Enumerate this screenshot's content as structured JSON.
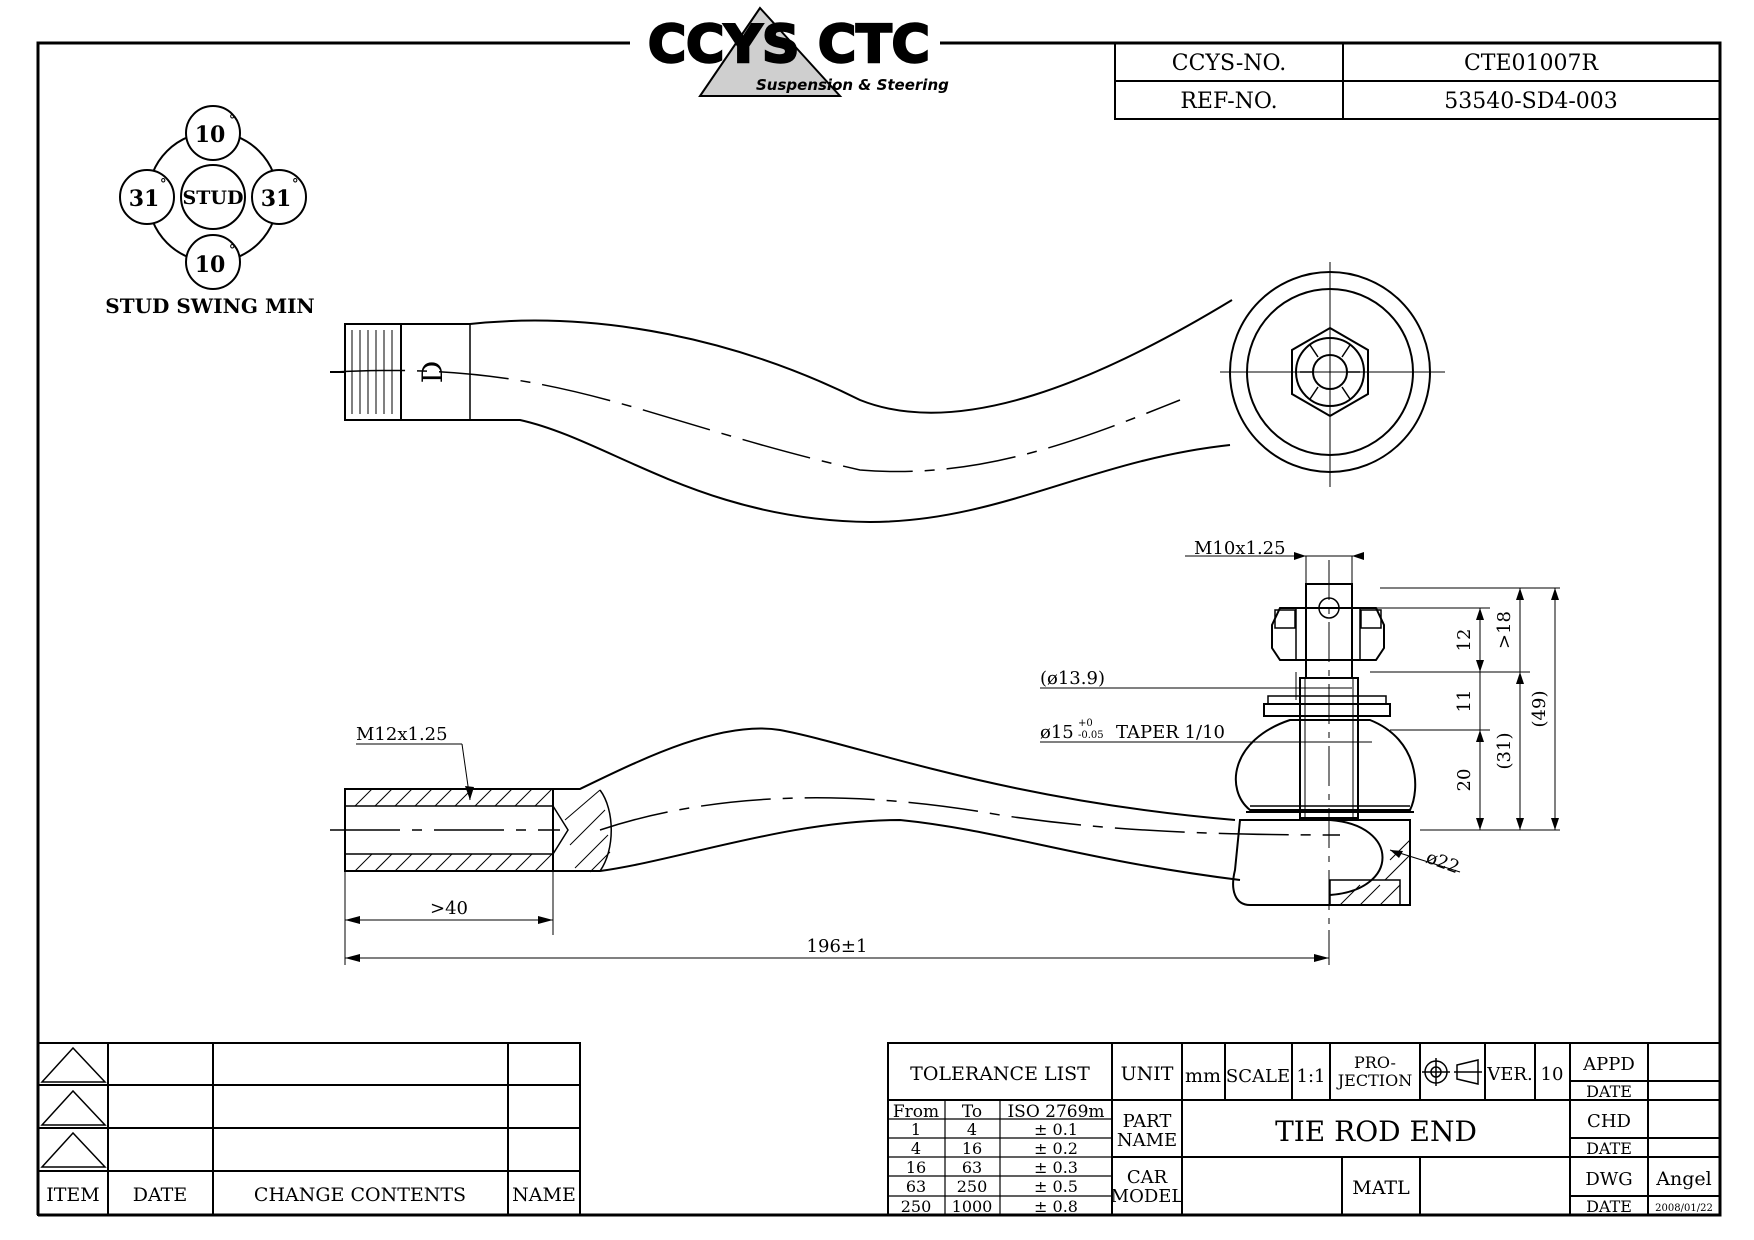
{
  "logo": {
    "brand_left": "CCYS",
    "brand_right": "CTC",
    "tagline": "Suspension & Steering"
  },
  "header_table": {
    "ccys_no_label": "CCYS-NO.",
    "ccys_no_value": "CTE01007R",
    "ref_no_label": "REF-NO.",
    "ref_no_value": "53540-SD4-003"
  },
  "stud_swing": {
    "top": "10",
    "bottom": "10",
    "left": "31",
    "right": "31",
    "degree": "°",
    "center": "STUD",
    "caption": "STUD SWING MIN"
  },
  "top_view": {
    "mark": "D"
  },
  "dimensions": {
    "m10": "M10x1.25",
    "m12": "M12x1.25",
    "dia_13_9": "(ø13.9)",
    "dia_15_prefix": "ø15",
    "dia_15_tol_upper": "+0",
    "dia_15_tol_lower": "-0.05",
    "dia_15_suffix": "TAPER 1/10",
    "dia_22": "ø22",
    "gt40": ">40",
    "len_total": "196±1",
    "v12": "12",
    "v11": "11",
    "v20": "20",
    "v18": ">18",
    "v31": "(31)",
    "v49": "(49)"
  },
  "revision_block": {
    "headers": [
      "ITEM",
      "DATE",
      "CHANGE CONTENTS",
      "NAME"
    ]
  },
  "title_block": {
    "tolerance_title": "TOLERANCE LIST",
    "tol_headers": [
      "From",
      "To",
      "ISO 2769m"
    ],
    "tol_rows": [
      [
        "1",
        "4",
        "± 0.1"
      ],
      [
        "4",
        "16",
        "± 0.2"
      ],
      [
        "16",
        "63",
        "± 0.3"
      ],
      [
        "63",
        "250",
        "± 0.5"
      ],
      [
        "250",
        "1000",
        "± 0.8"
      ]
    ],
    "unit_label": "UNIT",
    "unit_value": "mm",
    "scale_label": "SCALE",
    "scale_value": "1:1",
    "projection_label_1": "PRO-",
    "projection_label_2": "JECTION",
    "ver_label": "VER.",
    "ver_value": "10",
    "part_name_label_1": "PART",
    "part_name_label_2": "NAME",
    "part_name_value": "TIE ROD END",
    "car_model_label_1": "CAR",
    "car_model_label_2": "MODEL",
    "car_model_value": "",
    "matl_label": "MATL",
    "matl_value": "",
    "appd_label": "APPD",
    "chd_label": "CHD",
    "dwg_label": "DWG",
    "dwg_value": "Angel",
    "date_label": "DATE",
    "dwg_date_value": "2008/01/22"
  }
}
